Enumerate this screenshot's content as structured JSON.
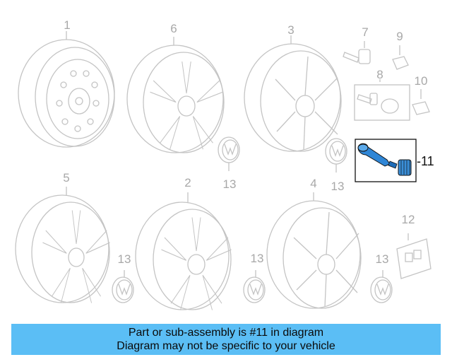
{
  "callouts": {
    "c1": "1",
    "c6": "6",
    "c3": "3",
    "c7": "7",
    "c9": "9",
    "c8": "8",
    "c10": "10",
    "c11": "-11",
    "c13a": "13",
    "c13b": "13",
    "c5": "5",
    "c2": "2",
    "c4": "4",
    "c12": "12",
    "c13c": "13",
    "c13d": "13",
    "c13e": "13"
  },
  "banner": {
    "line1": "Part or sub-assembly is #11 in diagram",
    "line2": "Diagram may not be specific to your vehicle"
  },
  "colors": {
    "line": "#c4c4c4",
    "highlight_stroke": "#111111",
    "valve_fill": "#2f86d6",
    "cap_fill": "#3a8fd9",
    "banner_bg": "#5bbef5"
  },
  "icons": {
    "wheel": "wheel-icon",
    "hub_cap": "vw-emblem-icon",
    "valve": "tire-valve-icon",
    "bolt": "wheel-bolt-icon",
    "cap": "bolt-cap-icon"
  }
}
